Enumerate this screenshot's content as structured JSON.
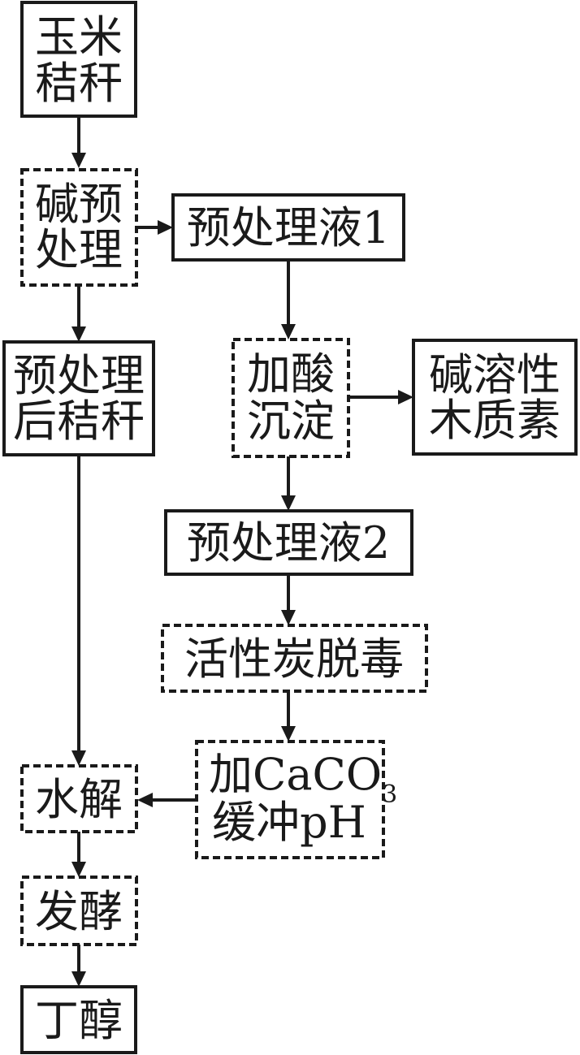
{
  "nodes": {
    "corn_straw": {
      "lines": [
        "玉米",
        "秸秆"
      ],
      "style": "solid"
    },
    "alkali_pretreatment": {
      "lines": [
        "碱预",
        "处理"
      ],
      "style": "dashed"
    },
    "pretreatment_liquid_1": {
      "lines": [
        "预处理液1"
      ],
      "style": "solid"
    },
    "pretreated_straw": {
      "lines": [
        "预处理",
        "后秸秆"
      ],
      "style": "solid"
    },
    "acid_precipitation": {
      "lines": [
        "加酸",
        "沉淀"
      ],
      "style": "dashed"
    },
    "alkali_soluble_lignin": {
      "lines": [
        "碱溶性",
        "木质素"
      ],
      "style": "solid"
    },
    "pretreatment_liquid_2": {
      "lines": [
        "预处理液2"
      ],
      "style": "solid"
    },
    "activated_carbon_detox": {
      "lines": [
        "活性炭脱毒"
      ],
      "style": "dashed"
    },
    "caco3_buffer": {
      "line1_main": "加CaCO",
      "line1_sub": "3",
      "line2": "缓冲pH",
      "style": "dashed"
    },
    "hydrolysis": {
      "lines": [
        "水解"
      ],
      "style": "dashed"
    },
    "fermentation": {
      "lines": [
        "发酵"
      ],
      "style": "dashed"
    },
    "butanol": {
      "lines": [
        "丁醇"
      ],
      "style": "solid"
    }
  },
  "edges": [
    [
      "corn_straw",
      "alkali_pretreatment"
    ],
    [
      "alkali_pretreatment",
      "pretreatment_liquid_1"
    ],
    [
      "alkali_pretreatment",
      "pretreated_straw"
    ],
    [
      "pretreatment_liquid_1",
      "acid_precipitation"
    ],
    [
      "acid_precipitation",
      "alkali_soluble_lignin"
    ],
    [
      "acid_precipitation",
      "pretreatment_liquid_2"
    ],
    [
      "pretreatment_liquid_2",
      "activated_carbon_detox"
    ],
    [
      "activated_carbon_detox",
      "caco3_buffer"
    ],
    [
      "caco3_buffer",
      "hydrolysis"
    ],
    [
      "pretreated_straw",
      "hydrolysis"
    ],
    [
      "hydrolysis",
      "fermentation"
    ],
    [
      "fermentation",
      "butanol"
    ]
  ]
}
